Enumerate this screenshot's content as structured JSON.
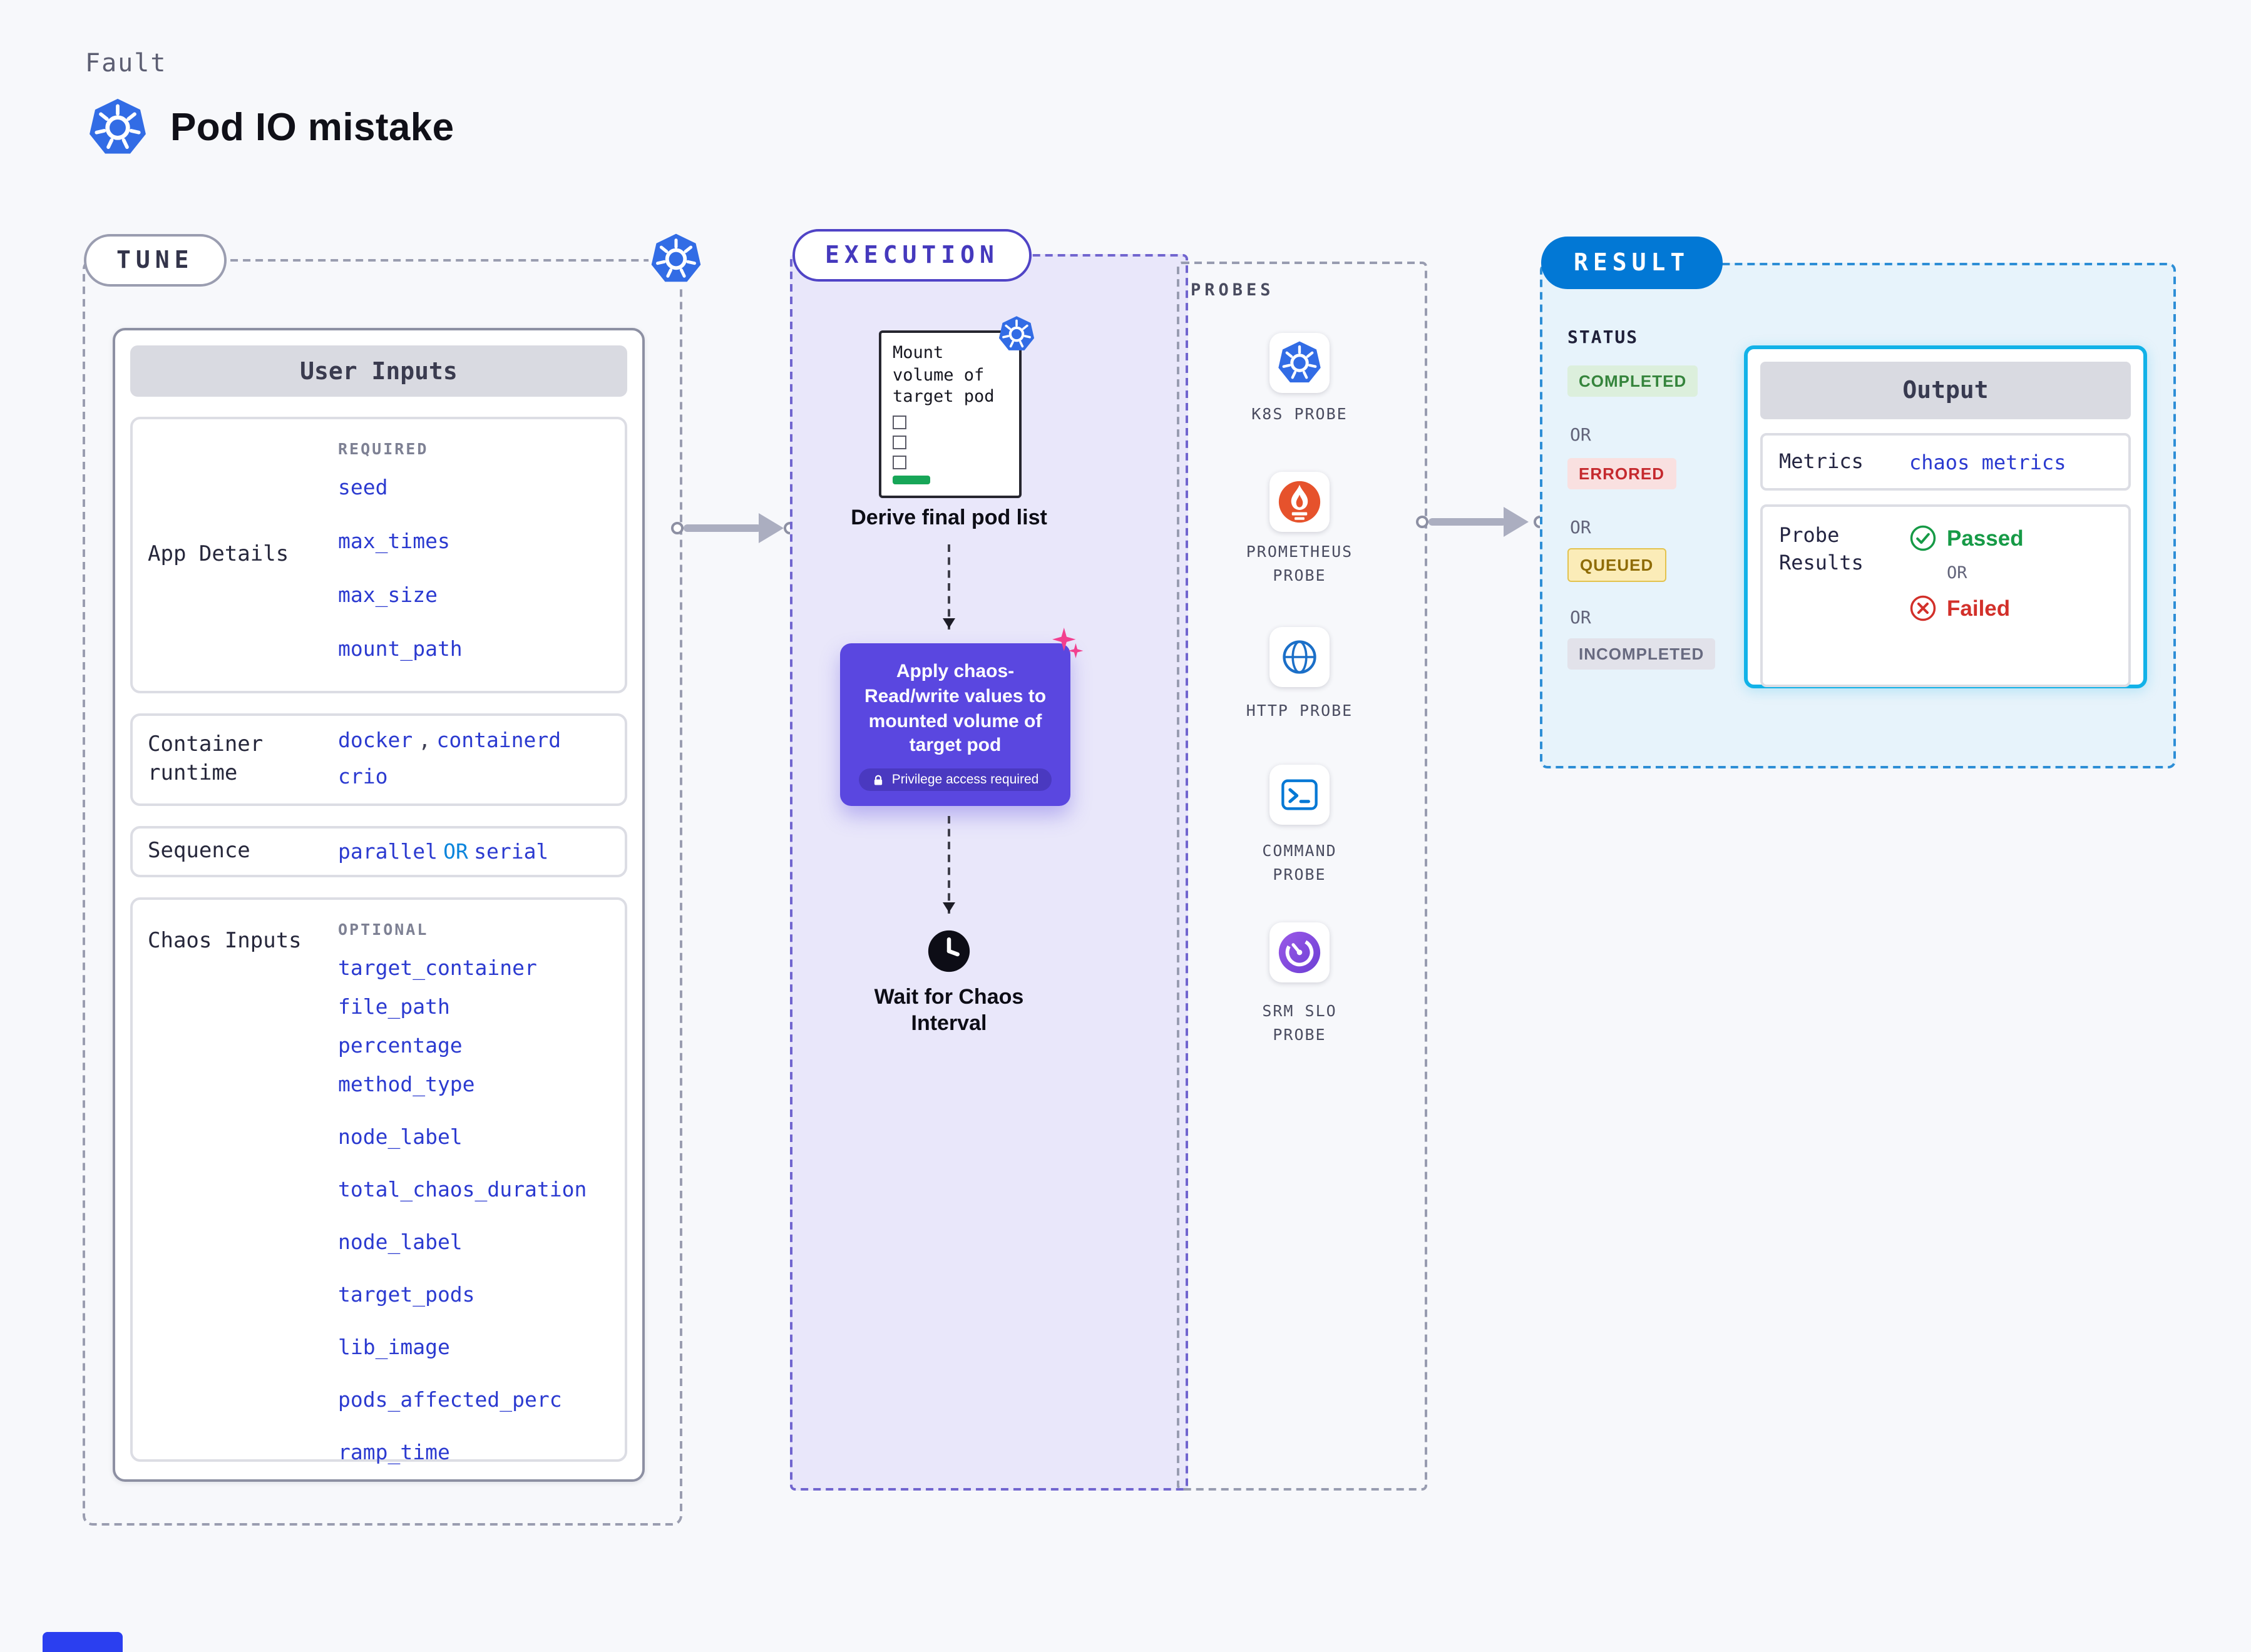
{
  "header": {
    "kicker": "Fault",
    "title": "Pod IO mistake"
  },
  "tune": {
    "label": "TUNE",
    "card_title": "User Inputs",
    "app_details": {
      "label": "App Details",
      "tag": "REQUIRED",
      "fields": [
        "seed",
        "max_times",
        "max_size",
        "mount_path"
      ]
    },
    "container_runtime": {
      "label": "Container runtime",
      "value_1": "docker",
      "comma": ",",
      "value_2": "containerd",
      "value_3": "crio"
    },
    "sequence": {
      "label": "Sequence",
      "value_1": "parallel",
      "or": "OR",
      "value_2": "serial"
    },
    "chaos_inputs": {
      "label": "Chaos Inputs",
      "tag": "OPTIONAL",
      "fields": [
        "target_container",
        "file_path",
        "percentage",
        "method_type",
        "node_label",
        "total_chaos_duration",
        "node_label",
        "target_pods",
        "lib_image",
        "pods_affected_perc",
        "ramp_time"
      ]
    }
  },
  "execution": {
    "label": "EXECUTION",
    "note_text": "Mount volume of target pod",
    "derive_caption": "Derive final pod list",
    "apply_text": "Apply chaos- Read/write values to mounted volume of target pod",
    "privilege_badge": "Privilege access required",
    "wait_caption": "Wait for Chaos Interval"
  },
  "probes": {
    "label": "PROBES",
    "items": [
      {
        "name": "K8S PROBE",
        "icon": "kubernetes-icon"
      },
      {
        "name": "PROMETHEUS PROBE",
        "icon": "prometheus-icon"
      },
      {
        "name": "HTTP PROBE",
        "icon": "globe-icon"
      },
      {
        "name": "COMMAND PROBE",
        "icon": "terminal-icon"
      },
      {
        "name": "SRM SLO PROBE",
        "icon": "gauge-icon"
      }
    ]
  },
  "result": {
    "label": "RESULT",
    "status_heading": "STATUS",
    "statuses": [
      "COMPLETED",
      "ERRORED",
      "QUEUED",
      "INCOMPLETED"
    ],
    "or": "OR",
    "output": {
      "title": "Output",
      "metrics_label": "Metrics",
      "metrics_value": "chaos metrics",
      "probe_results_label": "Probe Results",
      "passed": "Passed",
      "failed": "Failed"
    }
  },
  "colors": {
    "kubernetes_blue": "#326ce5",
    "accent_blue": "#0278d5",
    "code_blue": "#2b3ad0",
    "execution_purple": "#5a47e0",
    "completed_green": "#35843c",
    "errored_red": "#c5292e",
    "queued_yellow": "#8f6c06",
    "passed_green": "#169a46",
    "failed_red": "#d2302a",
    "prometheus_orange": "#e6522c"
  }
}
